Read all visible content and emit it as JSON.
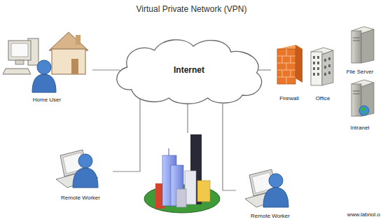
{
  "diagram": {
    "title": "Virtual Private Network (VPN)",
    "nodes": [
      {
        "text": [
          "Internet"
        ]
      },
      {
        "text": [
          "Home User"
        ]
      },
      {
        "text": [
          "Remote Worker"
        ]
      },
      {
        "text": [
          "Remote Worker"
        ]
      },
      {
        "text": [
          "Firewall"
        ]
      },
      {
        "text": [
          "Office"
        ]
      },
      {
        "text": [
          "File Server"
        ]
      },
      {
        "text": [
          "Intranet"
        ]
      }
    ],
    "edges": [
      {
        "from": 0,
        "to": 1,
        "arrow": "none"
      },
      {
        "from": 0,
        "to": 2,
        "arrow": "none"
      },
      {
        "from": 0,
        "to": 3,
        "arrow": "none"
      },
      {
        "from": 0,
        "to": 4,
        "arrow": "none"
      }
    ],
    "labels": [
      "www.labnol.o"
    ]
  }
}
